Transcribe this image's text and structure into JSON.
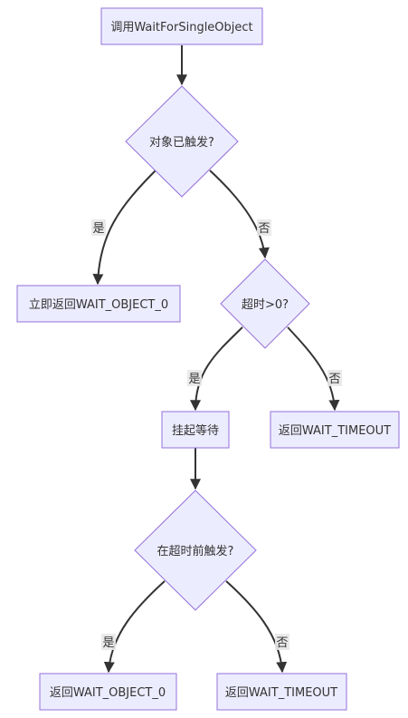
{
  "diagram": {
    "nodes": {
      "start": "调用WaitForSingleObject",
      "d1": "对象已触发?",
      "ret1": "立即返回WAIT_OBJECT_0",
      "d2": "超时>0?",
      "wait": "挂起等待",
      "ret2": "返回WAIT_TIMEOUT",
      "d3": "在超时前触发?",
      "ret3": "返回WAIT_OBJECT_0",
      "ret4": "返回WAIT_TIMEOUT"
    },
    "edge_labels": {
      "d1_yes": "是",
      "d1_no": "否",
      "d2_yes": "是",
      "d2_no": "否",
      "d3_yes": "是",
      "d3_no": "否"
    }
  }
}
